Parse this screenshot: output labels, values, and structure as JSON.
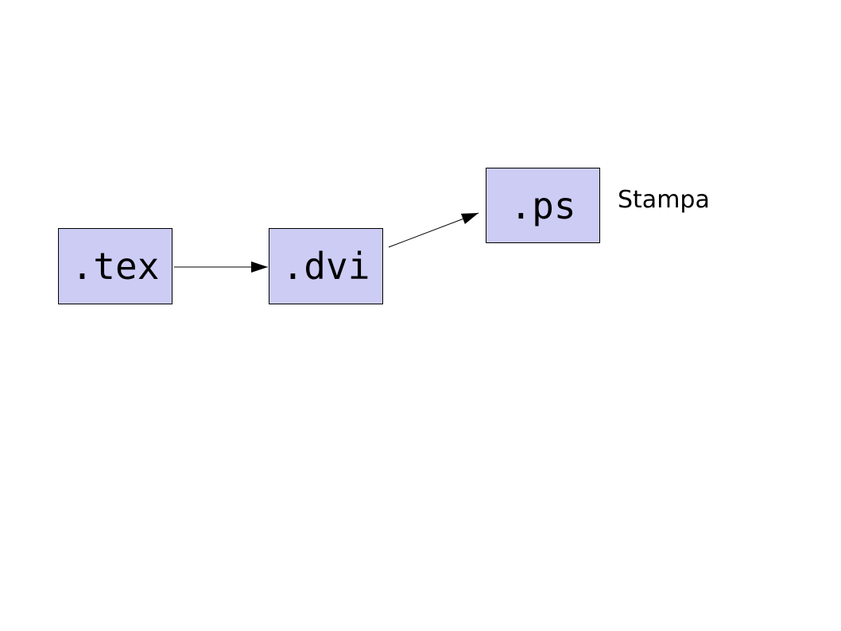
{
  "diagram": {
    "title": "latex-workflow-diagram",
    "nodes": [
      {
        "id": "tex",
        "label": ".tex"
      },
      {
        "id": "dvi",
        "label": ".dvi"
      },
      {
        "id": "ps",
        "label": ".ps"
      }
    ],
    "edges": [
      {
        "from": "tex",
        "to": "dvi",
        "style": "arrow"
      },
      {
        "from": "dvi",
        "to": "ps",
        "style": "arrow"
      }
    ],
    "annotation": "Stampa",
    "colors": {
      "node_fill": "#ccccf5",
      "node_border": "#000000",
      "arrow": "#000000",
      "text": "#000000",
      "background": "#ffffff"
    }
  }
}
